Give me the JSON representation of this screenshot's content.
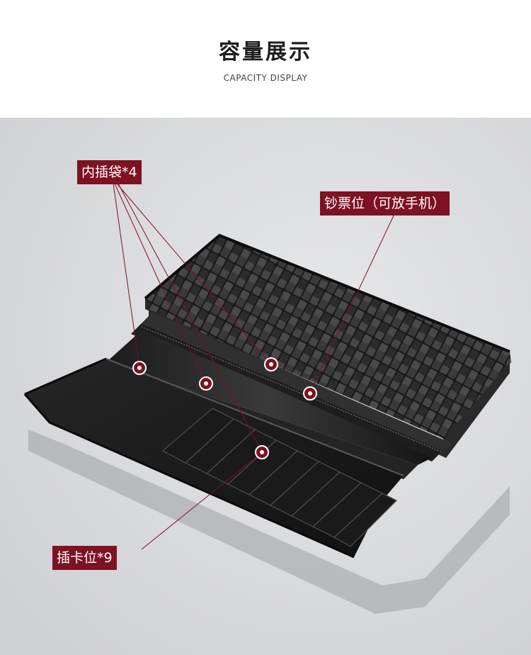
{
  "header": {
    "title": "容量展示",
    "subtitle": "CAPACITY DISPLAY"
  },
  "labels": {
    "inner_pockets": "内插袋*4",
    "bill_slot": "钞票位（可放手机）",
    "card_slots": "插卡位*9"
  },
  "colors": {
    "accent": "#7d1222",
    "background": "#d8d9db",
    "leather": "#1b1b1b"
  }
}
